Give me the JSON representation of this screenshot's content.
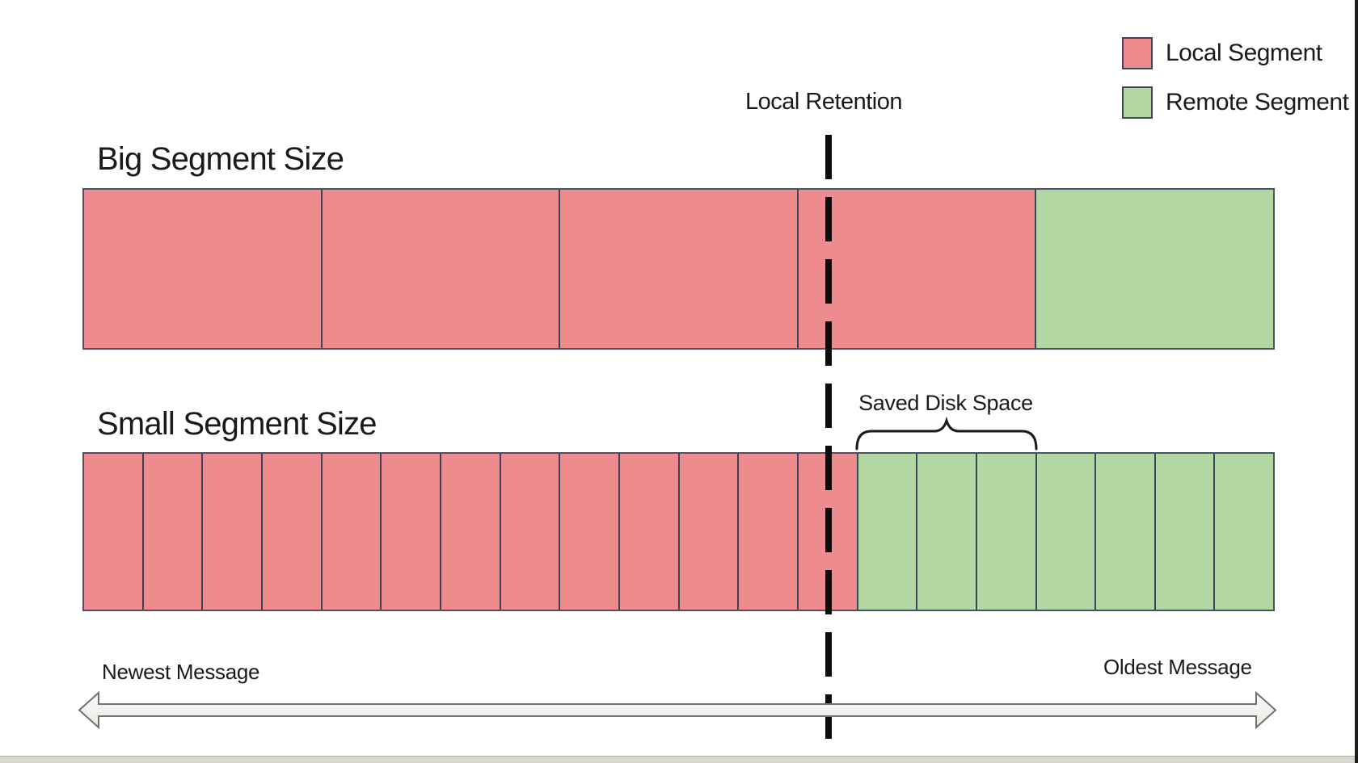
{
  "legend": {
    "items": [
      {
        "id": "local",
        "label": "Local Segment",
        "color": "#ed8b8f"
      },
      {
        "id": "remote",
        "label": "Remote Segment",
        "color": "#b3d7a3"
      }
    ]
  },
  "annotations": {
    "local_retention": "Local Retention",
    "saved_disk_space": "Saved Disk Space"
  },
  "bars": {
    "big": {
      "title": "Big Segment Size",
      "total_segments": 5,
      "local_segments": 4,
      "remote_segments": 1
    },
    "small": {
      "title": "Small Segment Size",
      "total_segments": 20,
      "local_segments": 13,
      "remote_segments": 7
    }
  },
  "timeline": {
    "left_label": "Newest Message",
    "right_label": "Oldest Message"
  },
  "colors": {
    "local_segment": "#ed8b8f",
    "remote_segment": "#b3d7a3",
    "segment_border": "#3d4456",
    "retention_line": "#0d0d0d",
    "arrow_fill": "#f2f1ee",
    "arrow_border": "#707070"
  }
}
